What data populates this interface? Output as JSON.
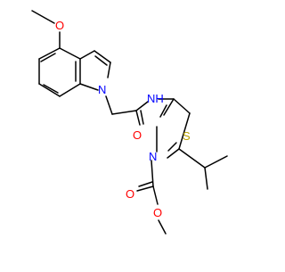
{
  "molecule": {
    "colors": {
      "bond": "#000000",
      "oxygen": "#ff0000",
      "nitrogen": "#0000ff",
      "sulfur": "#b8a000",
      "hydrogen_on_n": "#0000ff"
    },
    "atom_labels": {
      "o_methoxy": "O",
      "n_indole": "N",
      "o_amide": "O",
      "nh_amide": "NH",
      "n_thiazole": "N",
      "s_thiazole": "S",
      "o_ester_carbonyl": "O",
      "o_ester": "O"
    }
  }
}
